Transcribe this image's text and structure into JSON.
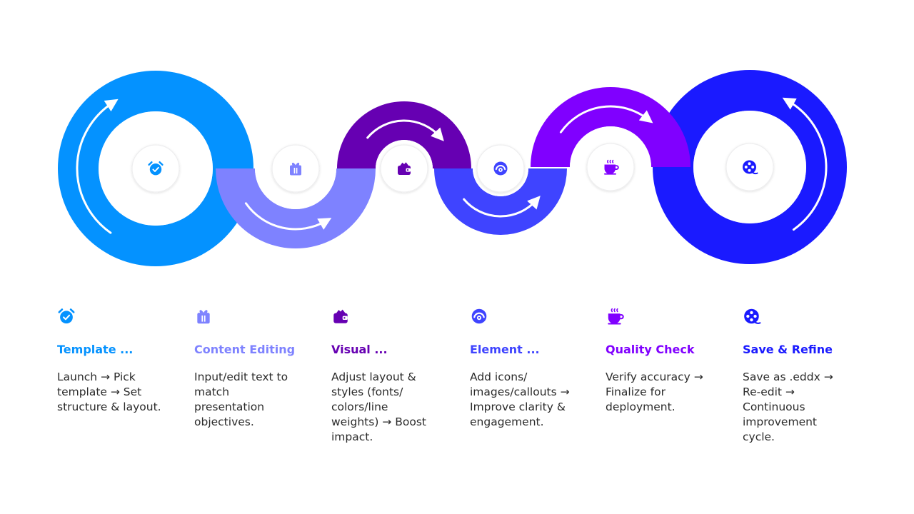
{
  "steps": [
    {
      "title": "Template  ...",
      "description": "Launch → Pick template → Set structure & layout.",
      "color": "#0492FF",
      "icon": "alarm-clock-icon"
    },
    {
      "title": "Content Editing",
      "description": "Input/edit text to match presentation objectives.",
      "color": "#7E82FF",
      "icon": "gift-icon"
    },
    {
      "title": "Visual  ...",
      "description": "Adjust layout & styles (fonts/ colors/line weights) → Boost impact.",
      "color": "#6600B2",
      "icon": "wallet-icon"
    },
    {
      "title": "Element  ...",
      "description": "Add icons/ images/callouts → Improve clarity & engagement.",
      "color": "#3F44FF",
      "icon": "gauge-icon"
    },
    {
      "title": "Quality Check",
      "description": "Verify accuracy → Finalize for deployment.",
      "color": "#8000FF",
      "icon": "coffee-cup-icon"
    },
    {
      "title": "Save & Refine",
      "description": "Save as .eddx → Re-edit → Continuous improvement cycle.",
      "color": "#1A1AFF",
      "icon": "film-reel-icon"
    }
  ]
}
